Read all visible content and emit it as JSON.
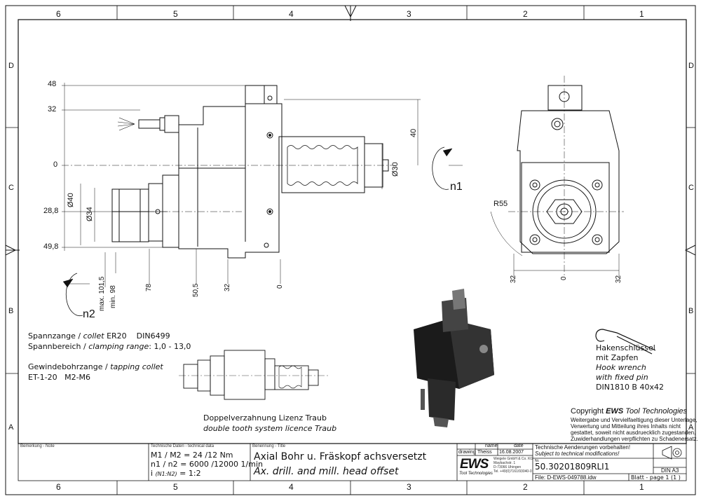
{
  "border": {
    "top_columns": [
      "6",
      "5",
      "4",
      "3",
      "2",
      "1"
    ],
    "bottom_columns": [
      "6",
      "5",
      "4",
      "3",
      "2",
      "1"
    ],
    "left_rows": [
      "D",
      "C",
      "B",
      "A"
    ],
    "right_rows": [
      "D",
      "C",
      "B",
      "A"
    ]
  },
  "side_view": {
    "dims_vertical": [
      "48",
      "32",
      "0",
      "28,8",
      "49,8"
    ],
    "dims_bottom": [
      "max. 101,5",
      "min. 98",
      "78",
      "50,5",
      "32",
      "0"
    ],
    "diameters": [
      "Ø40",
      "Ø34",
      "Ø30"
    ],
    "dim_40": "40",
    "rotation_1": "n1",
    "rotation_2": "n2"
  },
  "front_view": {
    "radius": "R55",
    "dims_bottom": [
      "32",
      "0",
      "32"
    ]
  },
  "specs": {
    "collet_line_de": "Spannzange /",
    "collet_line_en": "collet",
    "collet_value": "ER20    DIN6499",
    "clamp_line_de": "Spannbereich /",
    "clamp_line_en": "clamping range",
    "clamp_value": ": 1,0 - 13,0",
    "tap_line_de": "Gewindebohrzange /",
    "tap_line_en": "tapping collet",
    "tap_value": "ET-1-20   M2-M6"
  },
  "licence": {
    "de": "Doppelverzahnung Lizenz Traub",
    "en": "double tooth system licence Traub"
  },
  "wrench": {
    "de1": "Hakenschlüssel",
    "de2": "mit Zapfen",
    "en1": "Hook wrench",
    "en2": "with fixed pin",
    "norm": "DIN1810 B 40x42"
  },
  "copyright": {
    "title_prefix": "Copyright",
    "brand": "EWS",
    "title_suffix": "Tool Technologies",
    "lines": [
      "Weitergabe und Vervielfaeltigung dieser Unterlage,",
      "Verwertung und Mitteilung ihres Inhalts nicht",
      "gestattet, soweit nicht ausdruecklich zugestanden.",
      "Zuwiderhandlungen verpflichten zu Schadenersatz."
    ]
  },
  "title_block": {
    "remark_label": "Bemerkung - Note",
    "tech_label": "Technische Daten - technical data",
    "m_line": "M1 / M2 = 24  /12  Nm",
    "n_line": "n1 / n2 = 6000 /12000 1/min",
    "i_prefix": "i",
    "i_note": "(N1:N2)",
    "i_value": "= 1:2",
    "designation_label": "Benennung - Title",
    "title_de": "Axial Bohr u. Fräskopf achsversetzt",
    "title_en": "Ax. drill. and mill. head offset",
    "col_name": "name",
    "col_date": "date",
    "row_label": "drawing",
    "drawer": "Theiss",
    "drawn_date": "16.08.2007",
    "logo": "EWS",
    "logo_sub": "Tool Technologies",
    "address": [
      "Weigele GmbH & Co. KG",
      "Maybachstr. 1",
      "D-73066 Uhingen",
      "Tel. +49(0)7161/93040-0"
    ],
    "change_de": "Technische Aenderungen vorbehalten!",
    "change_en": "Subject to technical modifications!",
    "nr_label": "Nr.",
    "part_no": "50.30201809RLI1",
    "din": "DIN A3",
    "file": "File: D-EWS-049788.idw",
    "sheet": "Blatt - page  1 (1 )"
  }
}
